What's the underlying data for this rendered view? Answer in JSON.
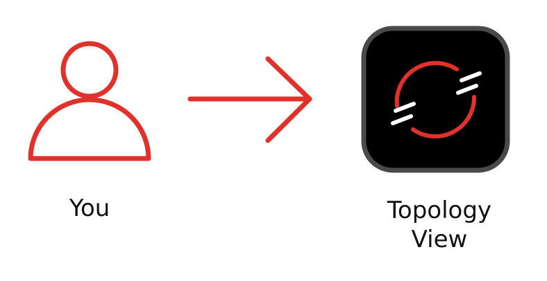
{
  "labels": {
    "you": "You",
    "topology_line1": "Topology",
    "topology_line2": "View"
  },
  "colors": {
    "accent": "#e0312a",
    "app_tile_bg": "#000000",
    "app_tile_border": "#4a4a4a",
    "stripes": "#ffffff",
    "text": "#111111"
  },
  "icons": {
    "user": "person-icon",
    "arrow": "arrow-right-icon",
    "app": "openshift-logo-icon"
  }
}
